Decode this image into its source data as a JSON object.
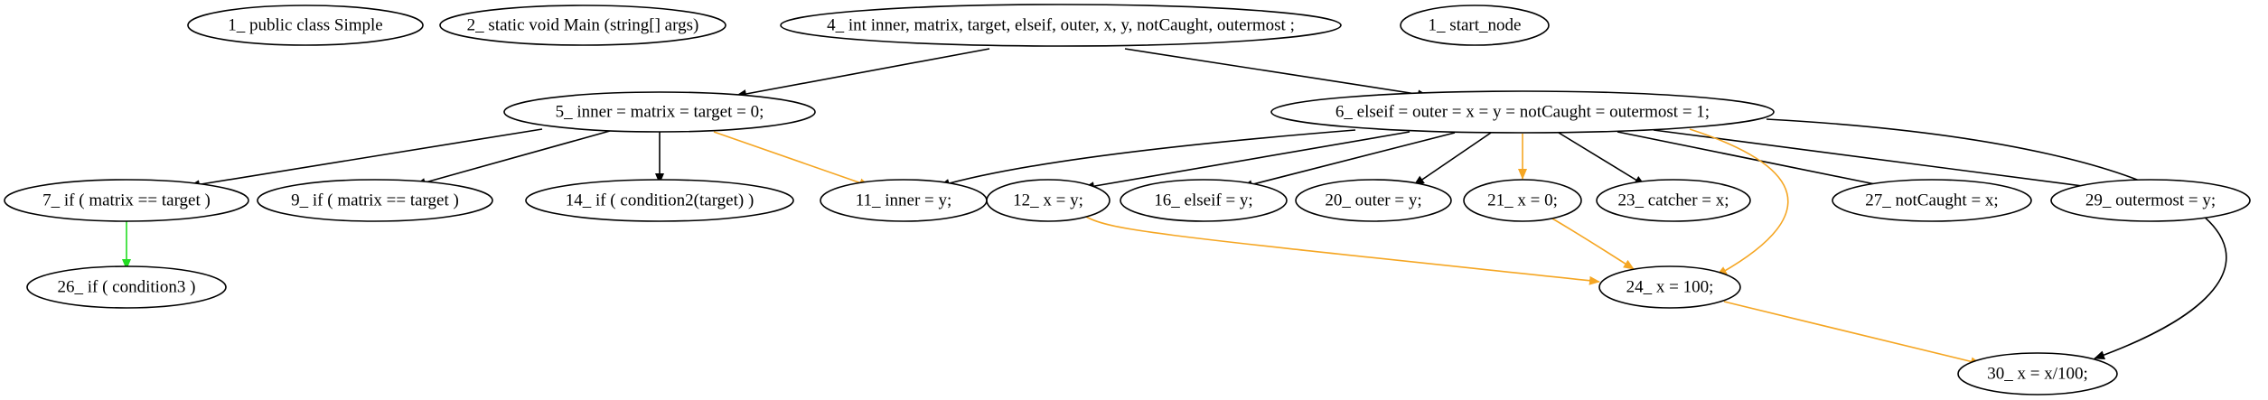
{
  "colors": {
    "background": "#ffffff",
    "node_border": "#000000",
    "text": "#000000",
    "edge_black": "#000000",
    "edge_orange": "#f5a623",
    "edge_green": "#22dd22"
  },
  "nodes": {
    "n1_class": "1_ public class Simple",
    "n2_main": "2_  static void Main (string[] args)",
    "n4_decl": "4_ int inner, matrix, target, elseif, outer, x, y, notCaught, outermost ;",
    "n1_start": "1_ start_node",
    "n5": "5_ inner = matrix = target = 0;",
    "n6": "6_ elseif = outer = x = y = notCaught = outermost = 1;",
    "n7": "7_ if ( matrix == target )",
    "n9": "9_ if ( matrix == target )",
    "n14": "14_ if ( condition2(target) )",
    "n11": "11_ inner = y;",
    "n12": "12_ x = y;",
    "n16": "16_ elseif = y;",
    "n20": "20_ outer = y;",
    "n21": "21_ x = 0;",
    "n23": "23_ catcher = x;",
    "n27": "27_ notCaught = x;",
    "n29": "29_ outermost = y;",
    "n26": "26_ if ( condition3 )",
    "n24": "24_ x = 100;",
    "n30": "30_ x = x/100;"
  },
  "edges": [
    {
      "from": "n4_decl",
      "to": "n5",
      "color": "black"
    },
    {
      "from": "n4_decl",
      "to": "n6",
      "color": "black"
    },
    {
      "from": "n5",
      "to": "n7",
      "color": "black"
    },
    {
      "from": "n5",
      "to": "n9",
      "color": "black"
    },
    {
      "from": "n5",
      "to": "n14",
      "color": "black"
    },
    {
      "from": "n5",
      "to": "n11",
      "color": "orange"
    },
    {
      "from": "n6",
      "to": "n11",
      "color": "black"
    },
    {
      "from": "n6",
      "to": "n12",
      "color": "black"
    },
    {
      "from": "n6",
      "to": "n16",
      "color": "black"
    },
    {
      "from": "n6",
      "to": "n20",
      "color": "black"
    },
    {
      "from": "n6",
      "to": "n21",
      "color": "orange"
    },
    {
      "from": "n6",
      "to": "n23",
      "color": "black"
    },
    {
      "from": "n6",
      "to": "n27",
      "color": "black"
    },
    {
      "from": "n6",
      "to": "n29",
      "color": "black"
    },
    {
      "from": "n6",
      "to": "n24",
      "color": "orange"
    },
    {
      "from": "n6",
      "to": "n30",
      "color": "black"
    },
    {
      "from": "n7",
      "to": "n26",
      "color": "green"
    },
    {
      "from": "n12",
      "to": "n24",
      "color": "orange"
    },
    {
      "from": "n21",
      "to": "n24",
      "color": "orange"
    },
    {
      "from": "n24",
      "to": "n30",
      "color": "orange"
    }
  ]
}
